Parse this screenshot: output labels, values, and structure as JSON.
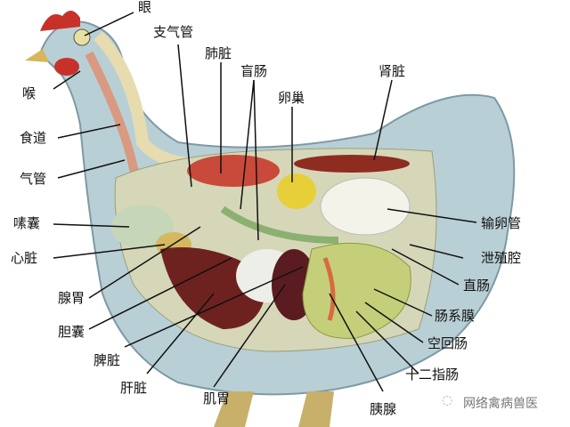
{
  "labels": {
    "eye": "眼",
    "bronchus": "支气管",
    "lung": "肺脏",
    "cecum": "盲肠",
    "ovary": "卵巢",
    "kidney": "肾脏",
    "larynx": "喉",
    "esophagus": "食道",
    "trachea": "气管",
    "crop": "嗉囊",
    "heart": "心脏",
    "proventriculus": "腺胃",
    "gallbladder": "胆囊",
    "spleen": "脾脏",
    "liver": "肝脏",
    "gizzard": "肌胃",
    "pancreas": "胰腺",
    "duodenum": "十二指肠",
    "jejunum_ileum": "空回肠",
    "mesentery": "肠系膜",
    "rectum": "直肠",
    "cloaca": "泄殖腔",
    "oviduct": "输卵管"
  },
  "watermark": "网络禽病兽医"
}
